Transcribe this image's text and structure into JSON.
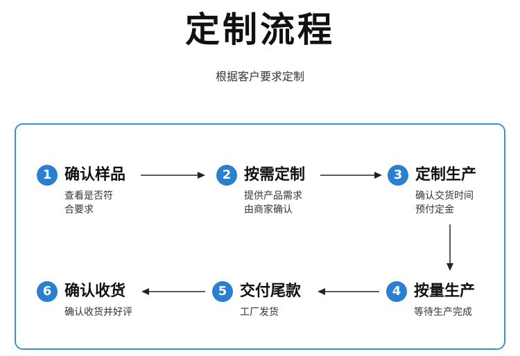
{
  "title": "定制流程",
  "subtitle": "根据客户要求定制",
  "colors": {
    "accent": "#2b7fcf",
    "border": "#3a8fd6",
    "arrow": "#222222"
  },
  "steps": [
    {
      "number": "1",
      "title": "确认样品",
      "desc": [
        "查看是否符",
        "合要求"
      ]
    },
    {
      "number": "2",
      "title": "按需定制",
      "desc": [
        "提供产品需求",
        "由商家确认"
      ]
    },
    {
      "number": "3",
      "title": "定制生产",
      "desc": [
        "确认交货时间",
        "预付定金"
      ]
    },
    {
      "number": "4",
      "title": "按量生产",
      "desc": [
        "等待生产完成"
      ]
    },
    {
      "number": "5",
      "title": "交付尾款",
      "desc": [
        "工厂发货"
      ]
    },
    {
      "number": "6",
      "title": "确认收货",
      "desc": [
        "确认收货并好评"
      ]
    }
  ]
}
